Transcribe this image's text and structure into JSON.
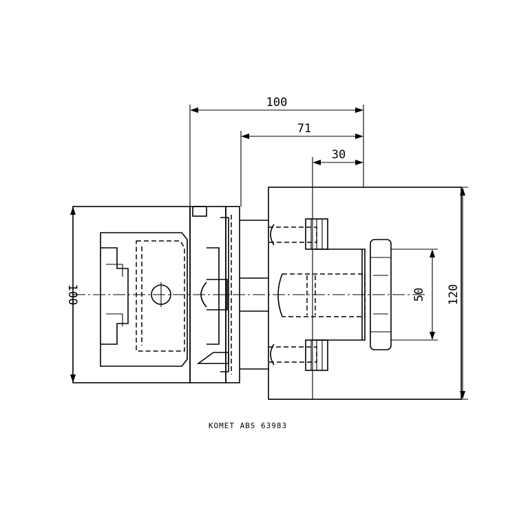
{
  "dimensions": {
    "overall_length": "100",
    "flange_to_face": "71",
    "shank_offset": "30",
    "left_height": "100",
    "bore_diameter": "50",
    "right_height": "120"
  },
  "caption": "KOMET  ABS 63983"
}
